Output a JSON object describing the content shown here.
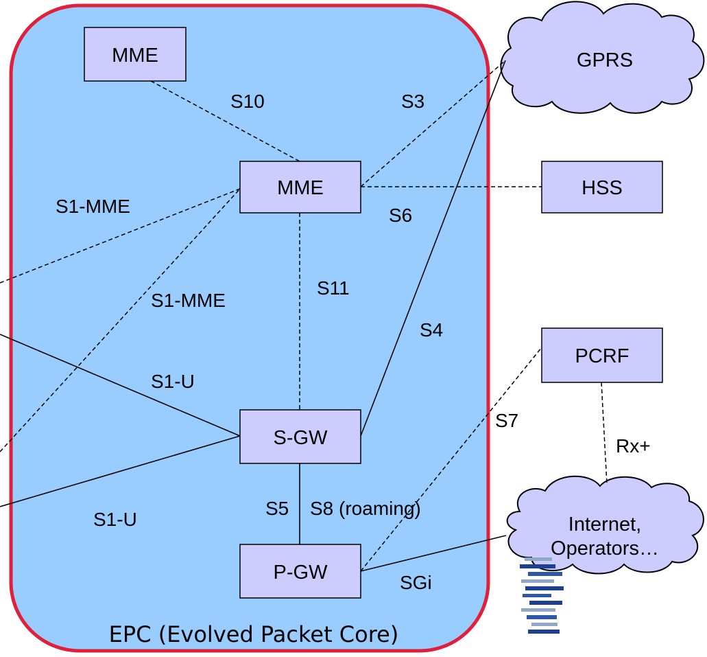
{
  "region": {
    "caption": "EPC (Evolved Packet Core)",
    "fill": "#99ccff",
    "border": "#e0203a"
  },
  "node_fill": "#ccccff",
  "cloud_fill": "#ccccff",
  "nodes": {
    "mme_peer": "MME",
    "mme": "MME",
    "hss": "HSS",
    "pcrf": "PCRF",
    "sgw": "S-GW",
    "pgw": "P-GW"
  },
  "clouds": {
    "gprs": "GPRS",
    "internet_line1": "Internet,",
    "internet_line2": "Operators…"
  },
  "interfaces": {
    "s10": "S10",
    "s3": "S3",
    "s6": "S6",
    "s1_mme_a": "S1-MME",
    "s1_mme_b": "S1-MME",
    "s11": "S11",
    "s4": "S4",
    "s1_u_a": "S1-U",
    "s1_u_b": "S1-U",
    "s7": "S7",
    "rx": "Rx+",
    "s5": "S5",
    "s8": "S8 (roaming)",
    "sgi": "SGi"
  },
  "logo": {
    "icon": "stacked-bars-logo-icon",
    "colors": [
      "#1f3f8f",
      "#2f57a8",
      "#8fa8c8"
    ]
  }
}
